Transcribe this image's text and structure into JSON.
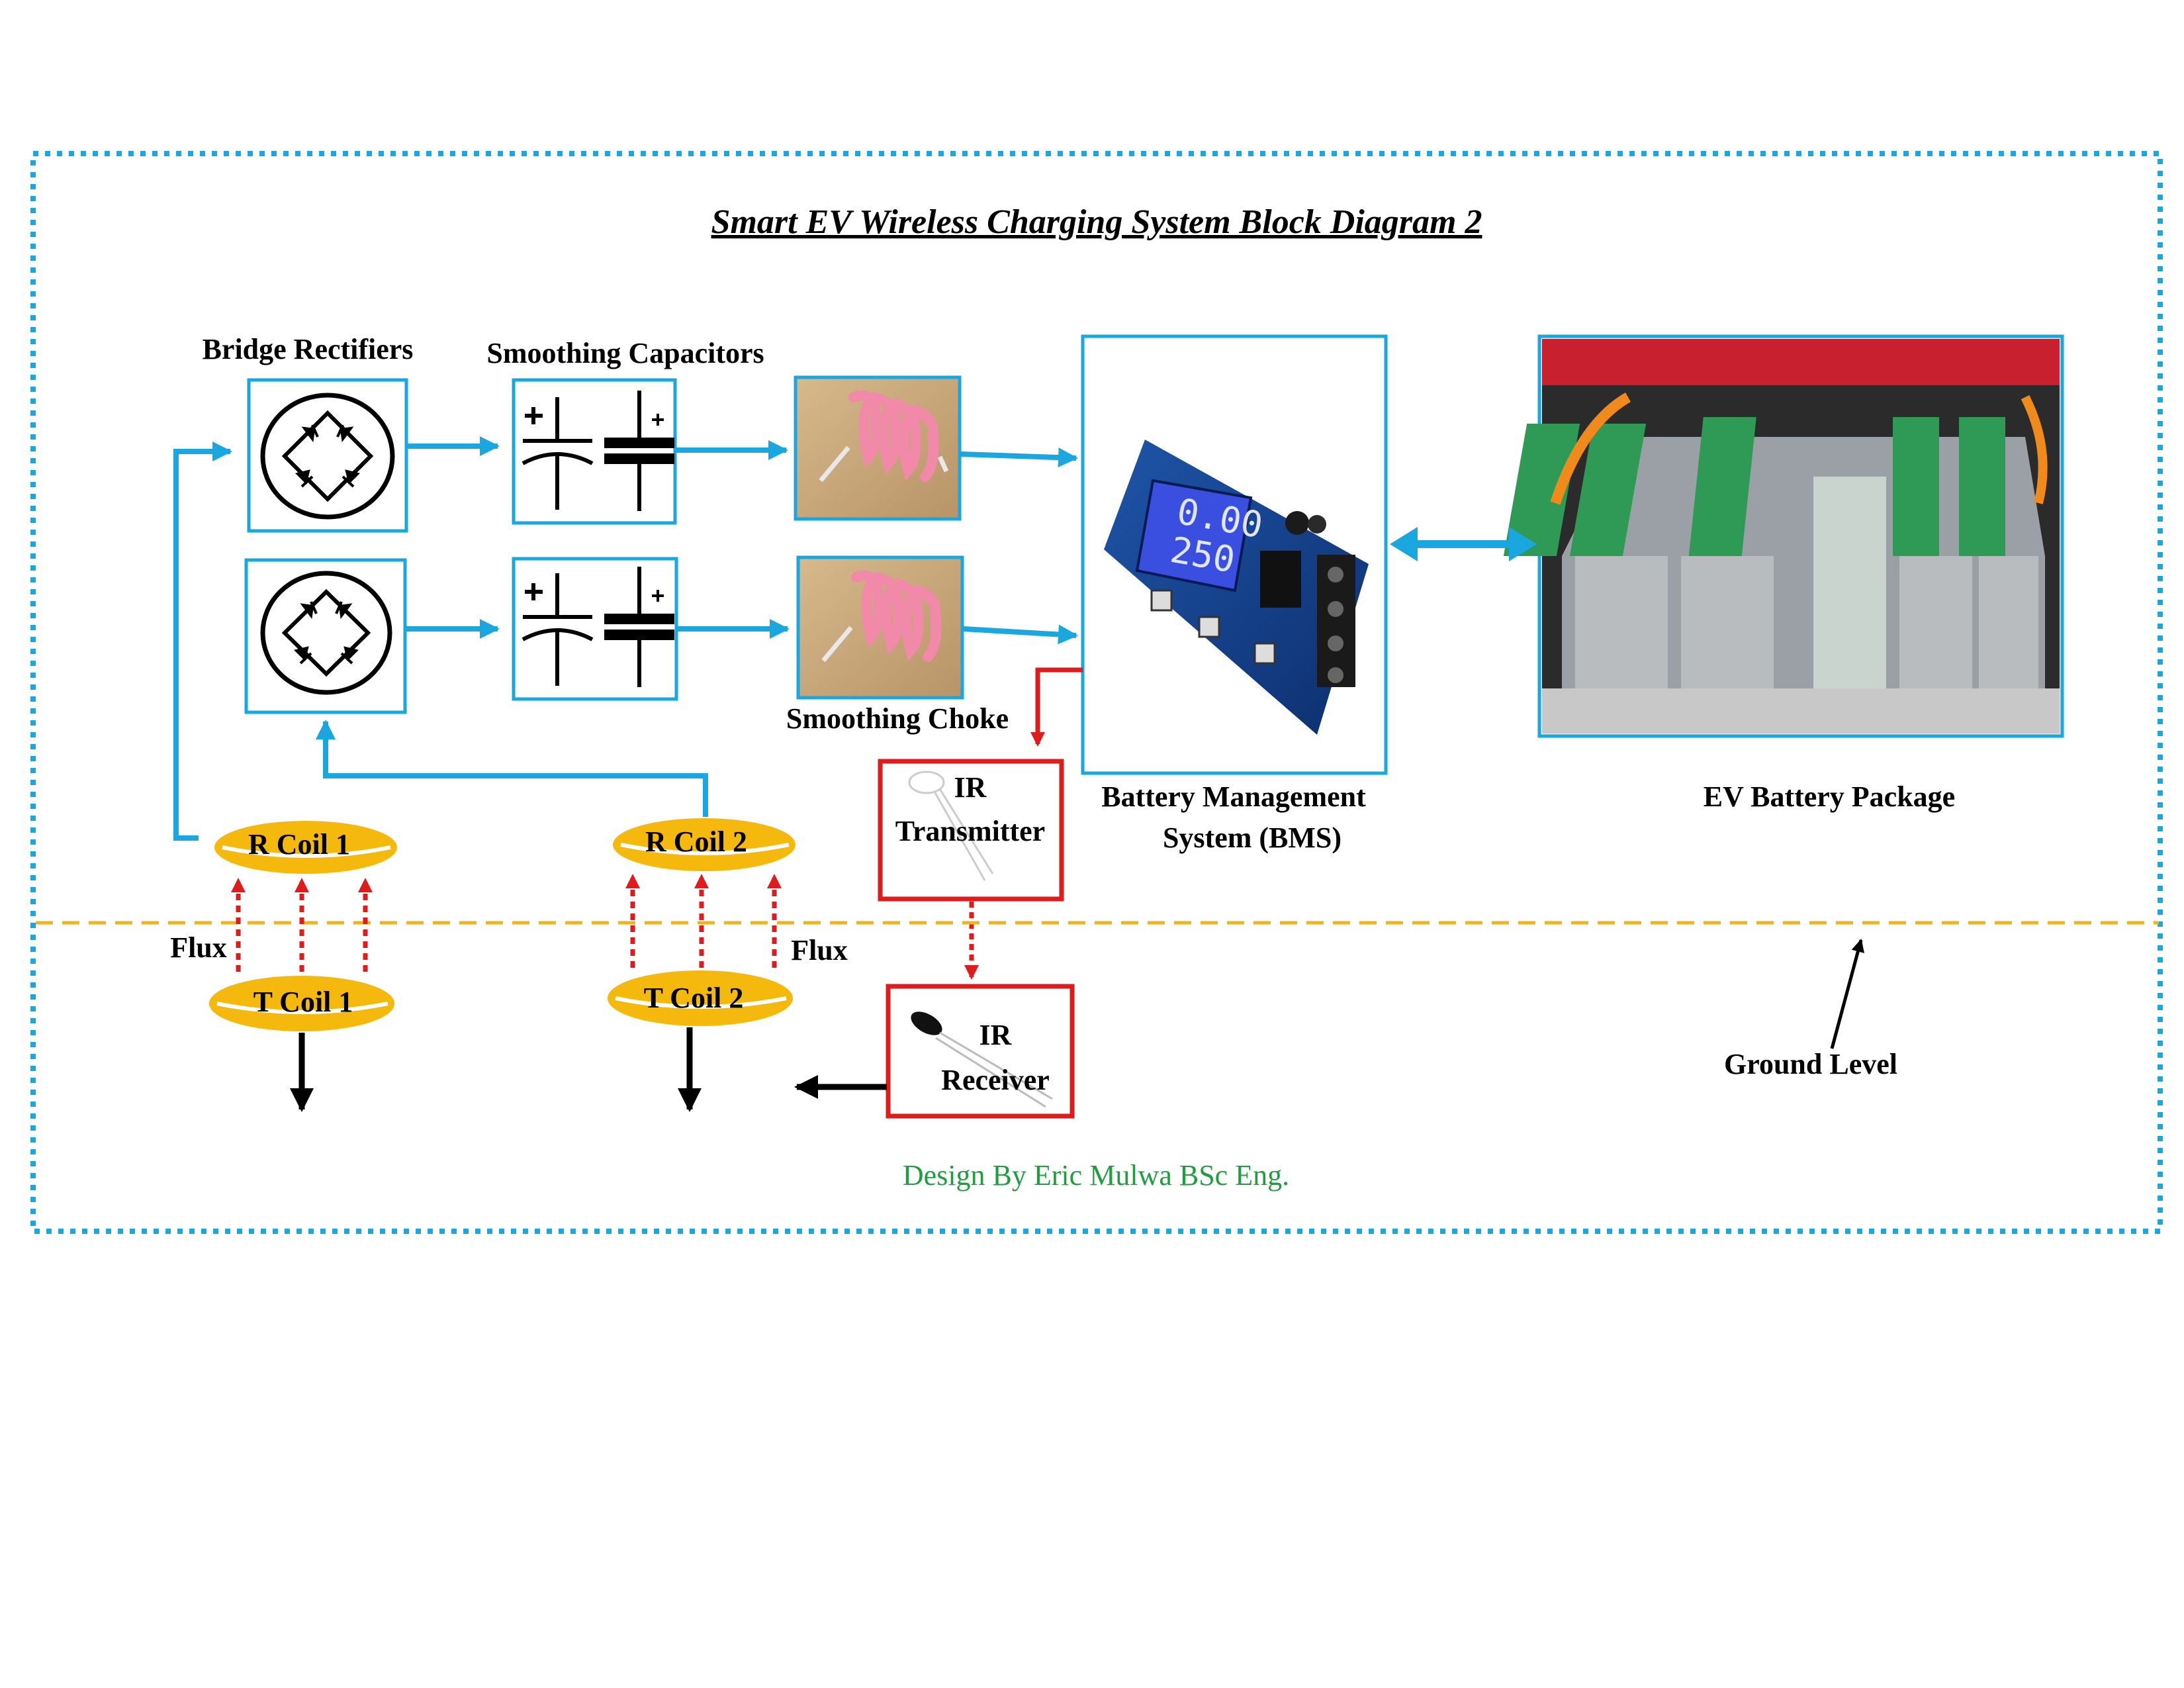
{
  "title": "Smart EV Wireless Charging System Block Diagram 2",
  "labels": {
    "bridge_rectifiers": "Bridge Rectifiers",
    "smoothing_capacitors": "Smoothing Capacitors",
    "smoothing_choke": "Smoothing Choke",
    "bms_line1": "Battery Management",
    "bms_line2": "System (BMS)",
    "ev_battery": "EV Battery Package",
    "ir_tx_line1": "IR",
    "ir_tx_line2": "Transmitter",
    "ir_rx_line1": "IR",
    "ir_rx_line2": "Receiver",
    "ground_level": "Ground Level",
    "flux_left": "Flux",
    "flux_right": "Flux"
  },
  "coils": {
    "r_coil_1": "R Coil 1",
    "r_coil_2": "R Coil 2",
    "t_coil_1": "T Coil 1",
    "t_coil_2": "T Coil 2"
  },
  "bms_display": {
    "line1": "0.00",
    "line2": "250"
  },
  "credit": "Design By Eric Mulwa BSc Eng.",
  "colors": {
    "flow_arrow": "#1aa7e0",
    "border_dotted": "#1aa7e0",
    "ground_dash": "#f0b320",
    "coil": "#f5b90e",
    "ir_box": "#e01b1b",
    "flux": "#e01b1b",
    "credit": "#1f9e3e"
  }
}
